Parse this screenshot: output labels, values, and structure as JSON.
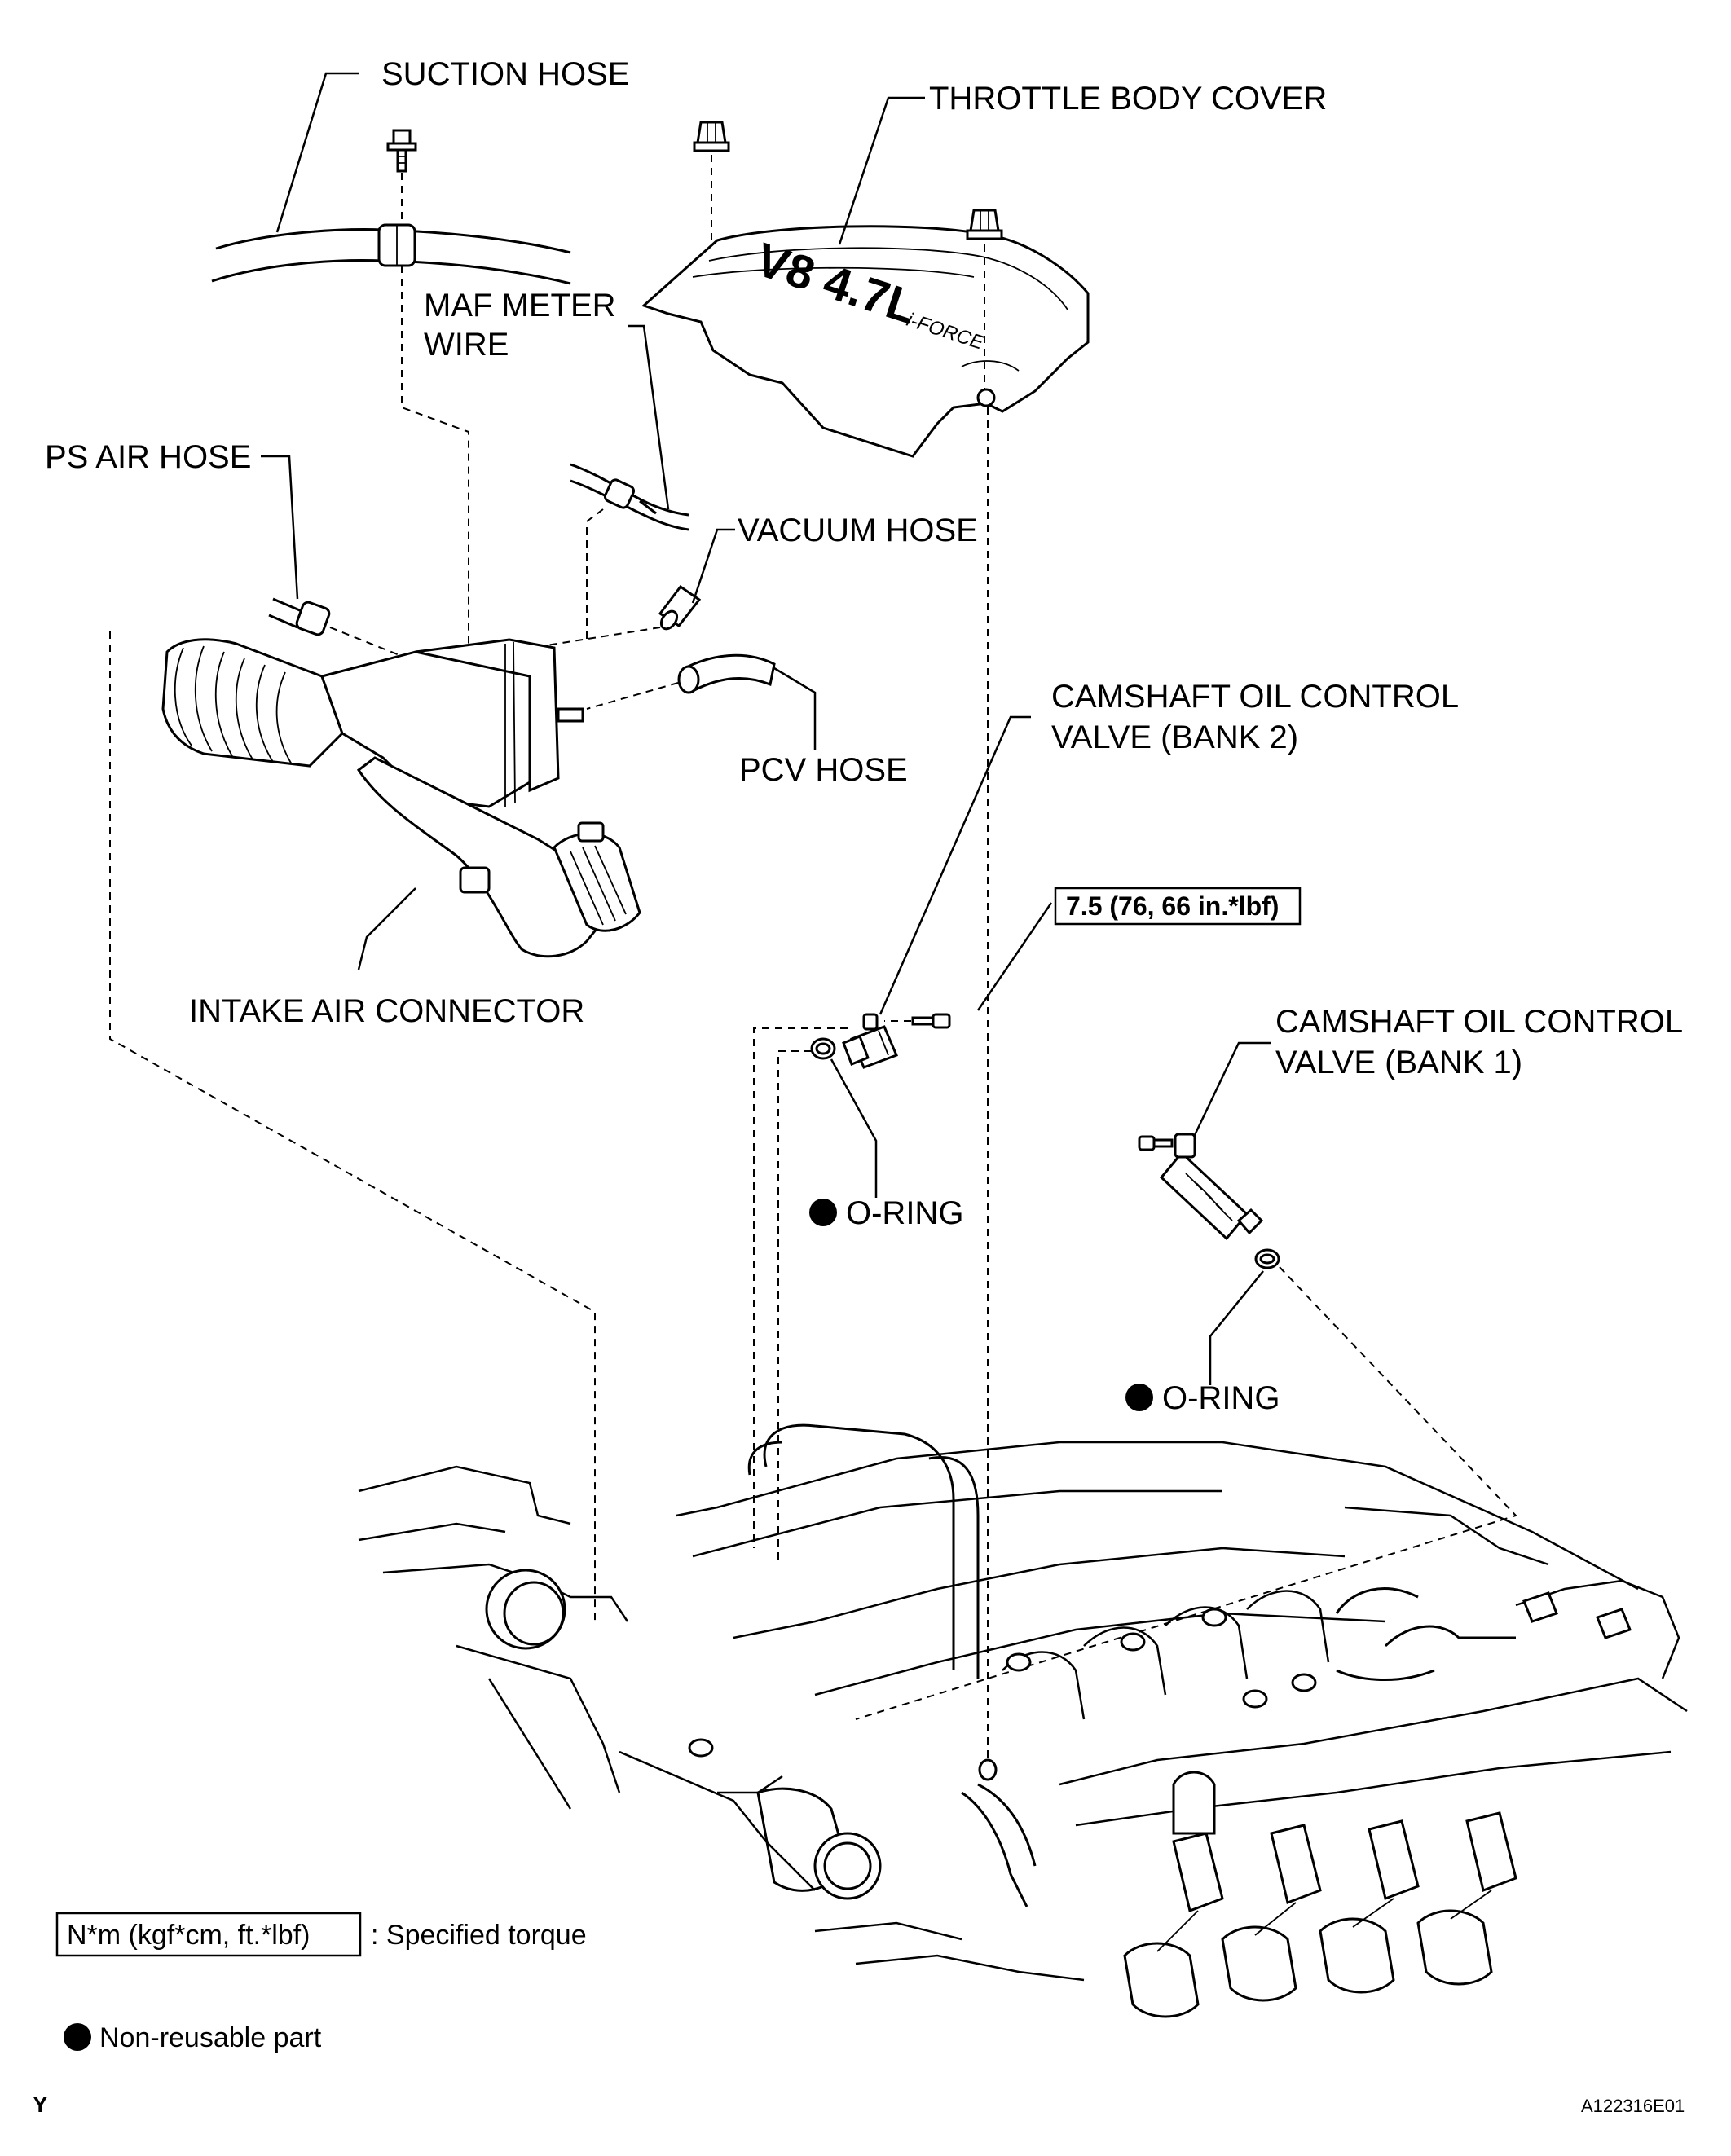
{
  "labels": {
    "suction_hose": "SUCTION HOSE",
    "throttle_body_cover": "THROTTLE BODY COVER",
    "maf_meter_wire_1": "MAF METER",
    "maf_meter_wire_2": "WIRE",
    "ps_air_hose": "PS AIR HOSE",
    "vacuum_hose": "VACUUM HOSE",
    "camshaft_ocv_bank2_1": "CAMSHAFT OIL CONTROL",
    "camshaft_ocv_bank2_2": "VALVE (BANK 2)",
    "pcv_hose": "PCV HOSE",
    "torque_value": "7.5 (76, 66 in.*lbf)",
    "intake_air_connector": "INTAKE AIR CONNECTOR",
    "camshaft_ocv_bank1_1": "CAMSHAFT OIL CONTROL",
    "camshaft_ocv_bank1_2": "VALVE (BANK 1)",
    "o_ring_1": "O-RING",
    "o_ring_2": "O-RING",
    "cover_text": "V8 4.7L",
    "cover_brand": "i-FORCE"
  },
  "legend": {
    "torque_unit": "N*m (kgf*cm, ft.*lbf)",
    "torque_desc": ": Specified torque",
    "non_reusable": "Non-reusable part"
  },
  "footer": {
    "left_code": "Y",
    "right_code": "A122316E01"
  }
}
